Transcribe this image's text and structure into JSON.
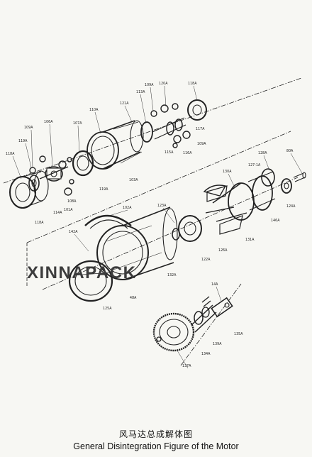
{
  "watermark": "XINNAPACK",
  "caption": {
    "chinese": "风马达总成解体图",
    "english": "General Disintegration Figure of the Motor"
  },
  "part_labels": [
    "109A",
    "118A",
    "119A",
    "106A",
    "107A",
    "110A",
    "121A",
    "109A",
    "120A",
    "118A",
    "113A",
    "117A",
    "115A",
    "116A",
    "109A",
    "103A",
    "119A",
    "108A",
    "114A",
    "118A",
    "101A",
    "128A",
    "130A",
    "127-1A",
    "80A",
    "124A",
    "146A",
    "131A",
    "126A",
    "123A",
    "102A",
    "142A",
    "122A",
    "132A",
    "48A",
    "125A",
    "14A",
    "135A",
    "139A",
    "134A",
    "137A"
  ]
}
